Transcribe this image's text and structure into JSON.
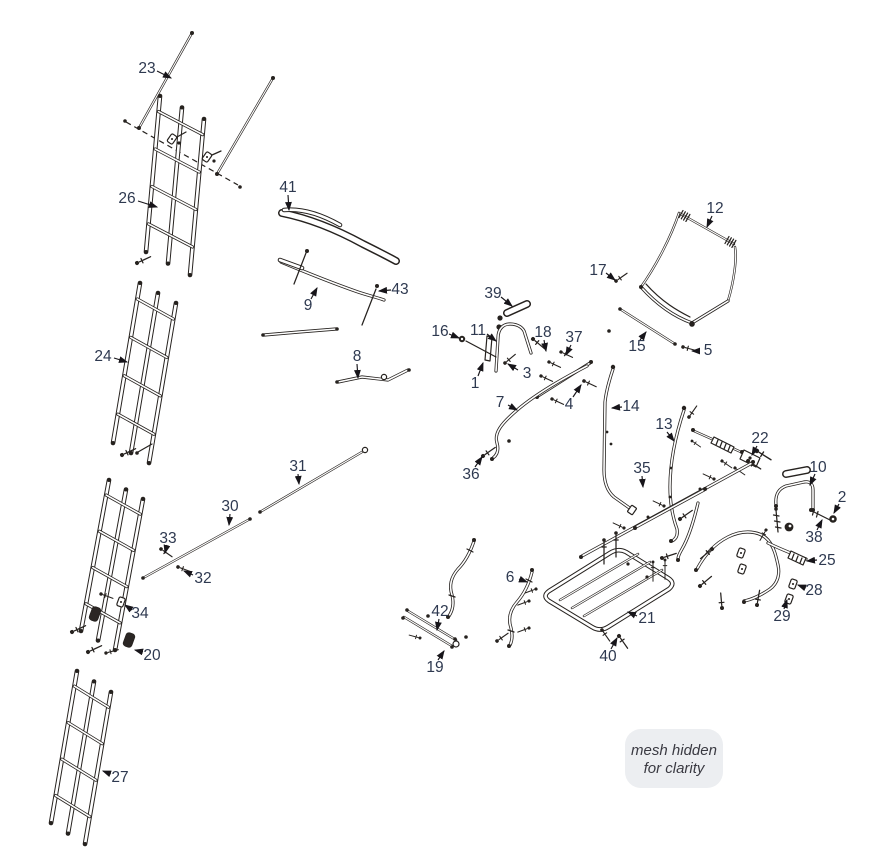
{
  "labels": {
    "p1": "1",
    "p2": "2",
    "p3": "3",
    "p4": "4",
    "p5": "5",
    "p6": "6",
    "p7": "7",
    "p8": "8",
    "p9": "9",
    "p10": "10",
    "p11": "11",
    "p12": "12",
    "p13": "13",
    "p14": "14",
    "p15": "15",
    "p16": "16",
    "p17": "17",
    "p18": "18",
    "p19": "19",
    "p20": "20",
    "p21": "21",
    "p22": "22",
    "p23": "23",
    "p24": "24",
    "p25": "25",
    "p26": "26",
    "p27": "27",
    "p28": "28",
    "p29": "29",
    "p30": "30",
    "p31": "31",
    "p32": "32",
    "p33": "33",
    "p34": "34",
    "p35": "35",
    "p36": "36",
    "p37": "37",
    "p38": "38",
    "p39": "39",
    "p40": "40",
    "p41": "41",
    "p42": "42",
    "p43": "43"
  },
  "note": {
    "line1": "mesh hidden",
    "line2": "for clarity"
  },
  "colors": {
    "line_art": "#26221f",
    "label_text": "#2e3950",
    "note_bg": "#eceef1",
    "note_text": "#3a3a42",
    "background": "#ffffff"
  }
}
